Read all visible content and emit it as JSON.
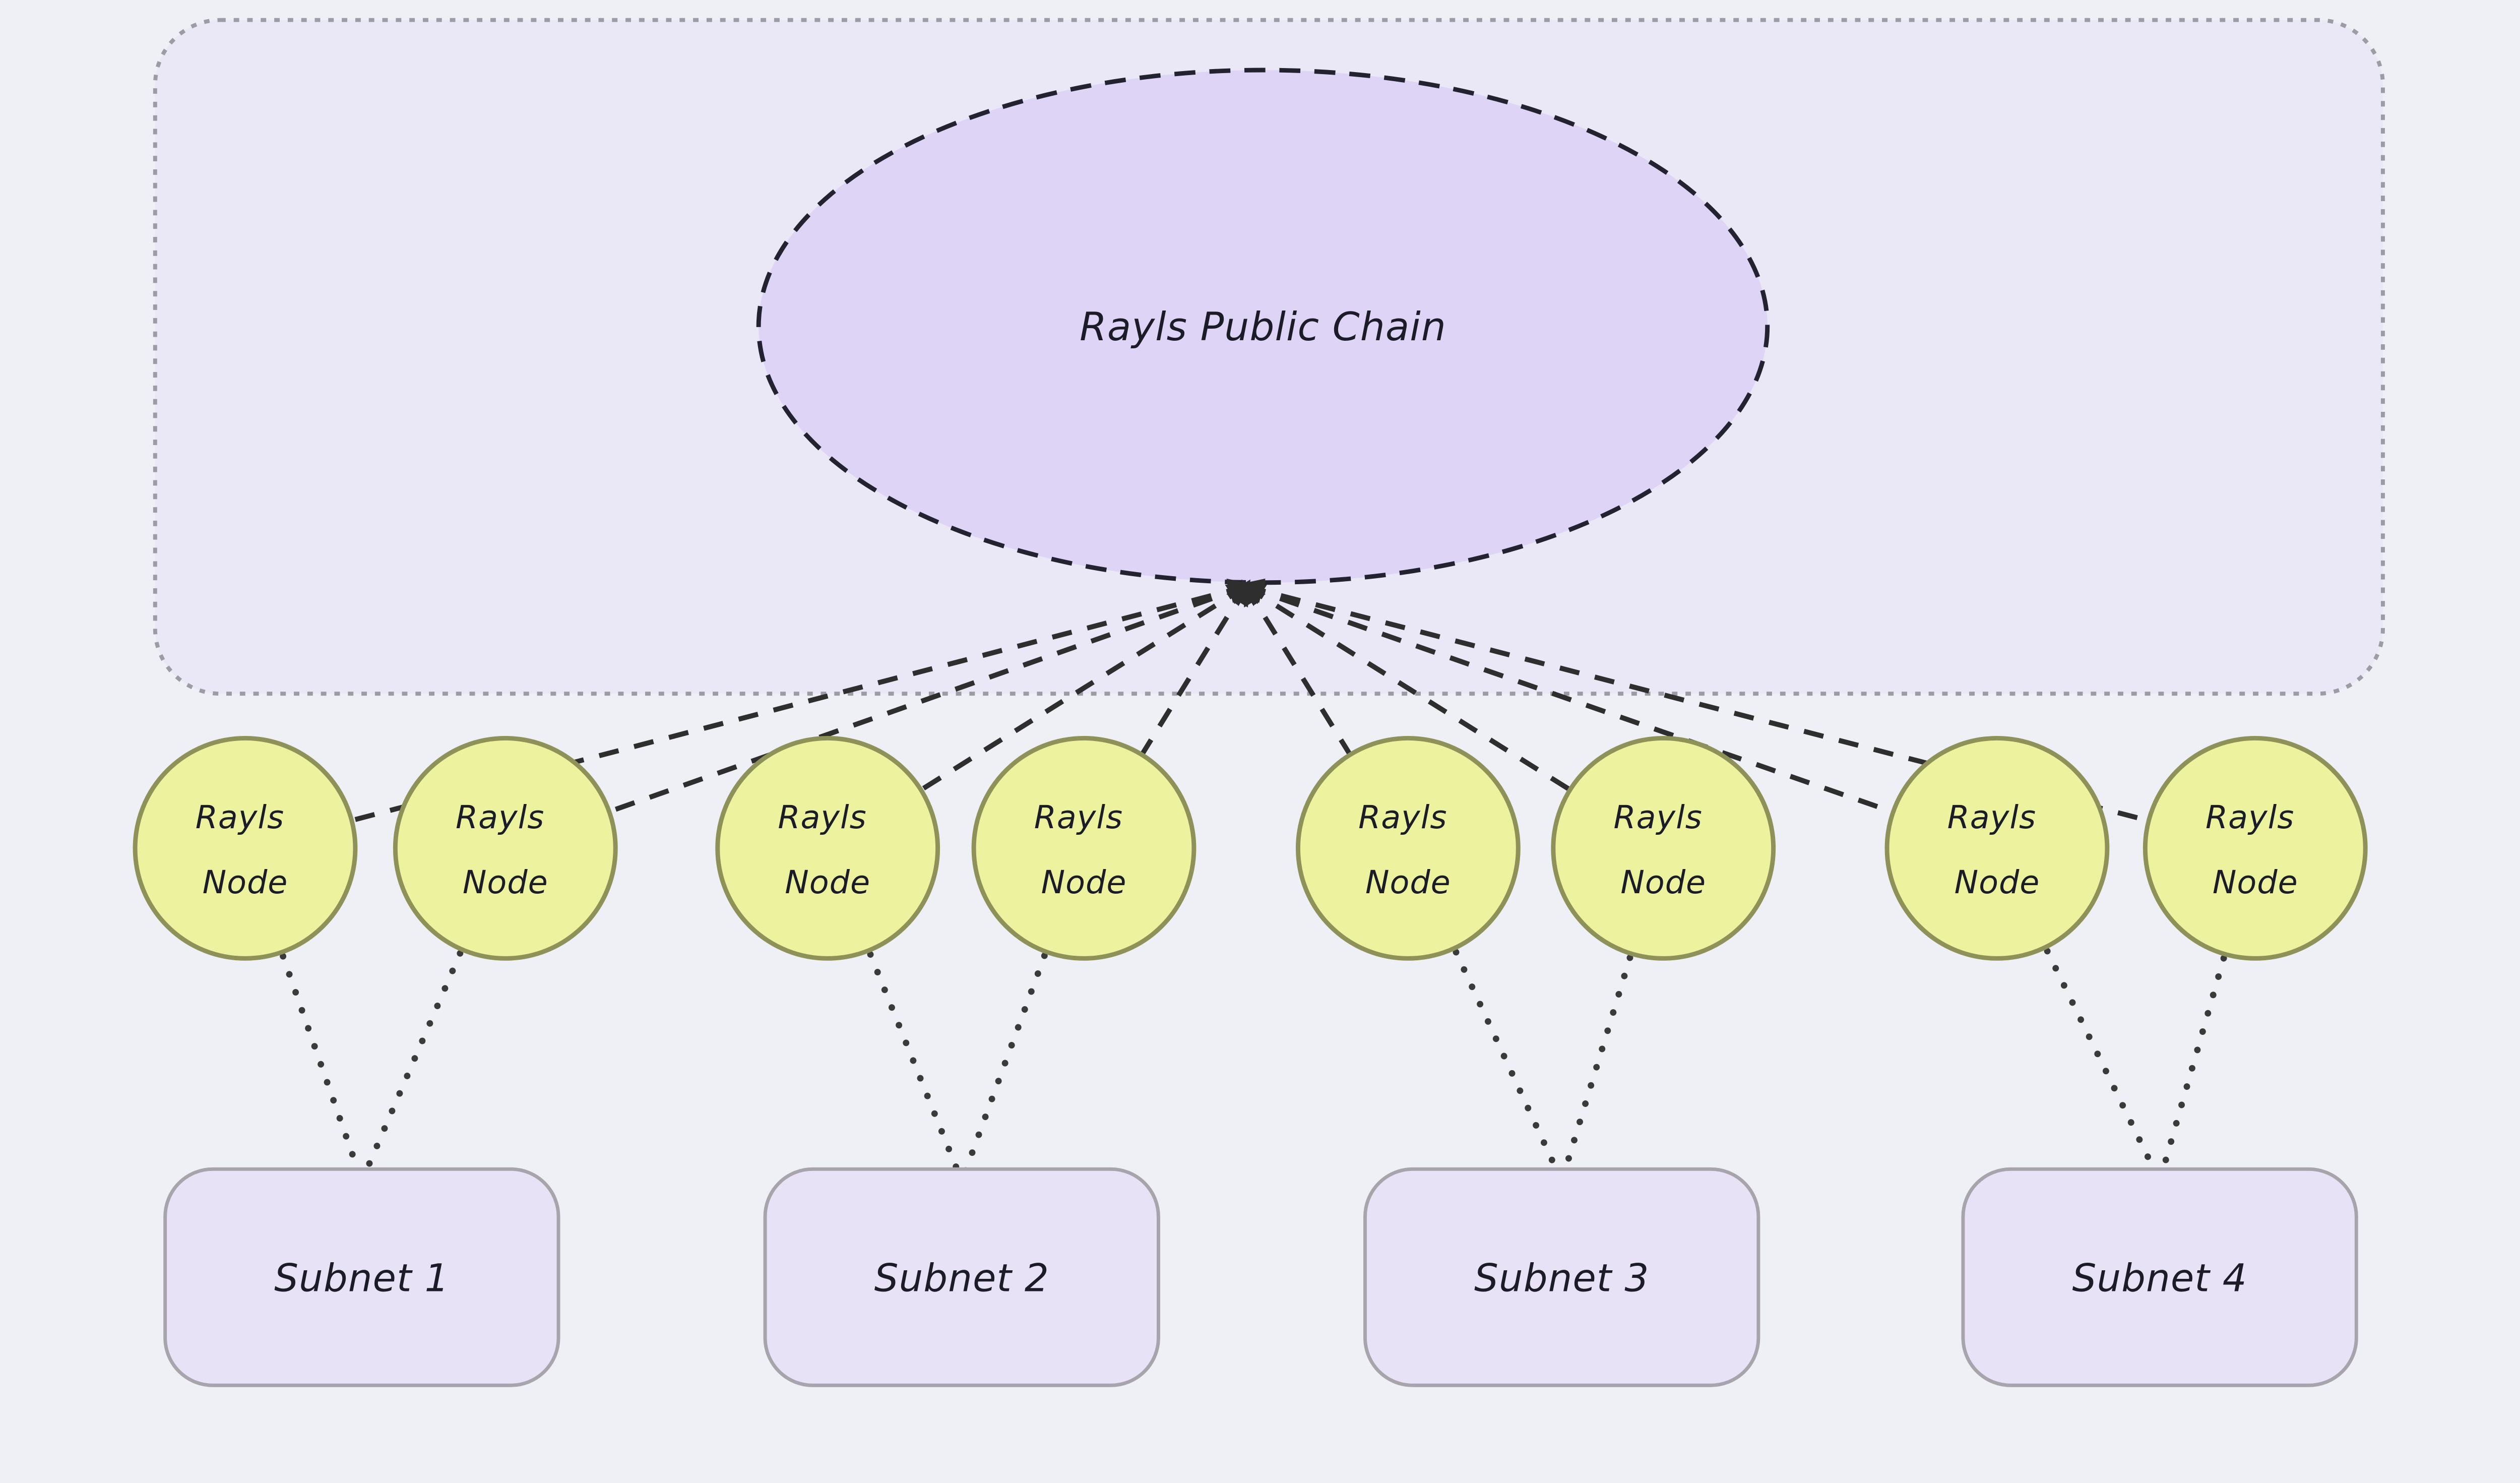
{
  "colors": {
    "page-bg": "#eef0f5",
    "container-fill": "#eae7f6",
    "container-border": "#9c9ca4",
    "chain-fill": "#ded5f6",
    "chain-border": "#222230",
    "node-fill": "#ecf29d",
    "node-border": "#8e9158",
    "subnet-fill": "#e8e2f7",
    "subnet-border": "#a7a4ac",
    "connector-dashed": "#2e2e2e",
    "connector-dotted": "#3a3a3a",
    "text": "#1c1c28"
  },
  "chain": {
    "label": "Rayls Public Chain"
  },
  "nodes": [
    {
      "label": "Rayls Node",
      "lines": [
        "Rayls",
        "Node"
      ]
    },
    {
      "label": "Rayls Node",
      "lines": [
        "Rayls",
        "Node"
      ]
    },
    {
      "label": "Rayls Node",
      "lines": [
        "Rayls",
        "Node"
      ]
    },
    {
      "label": "Rayls Node",
      "lines": [
        "Rayls",
        "Node"
      ]
    },
    {
      "label": "Rayls Node",
      "lines": [
        "Rayls",
        "Node"
      ]
    },
    {
      "label": "Rayls Node",
      "lines": [
        "Rayls",
        "Node"
      ]
    },
    {
      "label": "Rayls Node",
      "lines": [
        "Rayls",
        "Node"
      ]
    },
    {
      "label": "Rayls Node",
      "lines": [
        "Rayls",
        "Node"
      ]
    }
  ],
  "subnets": [
    {
      "label": "Subnet 1"
    },
    {
      "label": "Subnet 2"
    },
    {
      "label": "Subnet 3"
    },
    {
      "label": "Subnet 4"
    }
  ]
}
